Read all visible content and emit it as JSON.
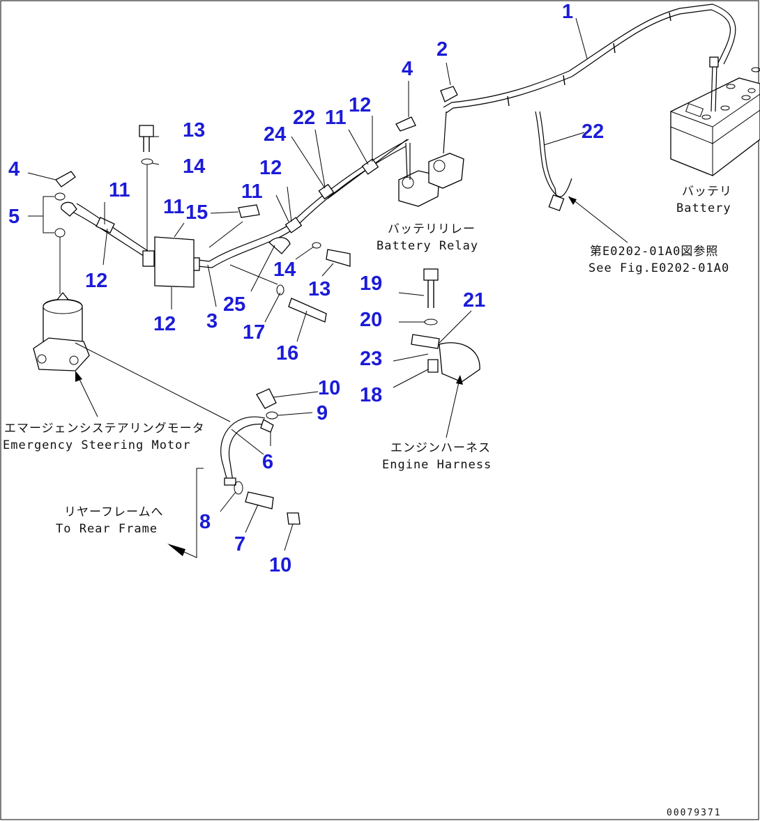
{
  "callouts": [
    {
      "id": "c-1",
      "text": "1"
    },
    {
      "id": "c-2",
      "text": "2"
    },
    {
      "id": "c-4a",
      "text": "4"
    },
    {
      "id": "c-4b",
      "text": "4"
    },
    {
      "id": "c-5",
      "text": "5"
    },
    {
      "id": "c-11a",
      "text": "11"
    },
    {
      "id": "c-11b",
      "text": "11"
    },
    {
      "id": "c-11c",
      "text": "11"
    },
    {
      "id": "c-11d",
      "text": "11"
    },
    {
      "id": "c-12a",
      "text": "12"
    },
    {
      "id": "c-12b",
      "text": "12"
    },
    {
      "id": "c-12c",
      "text": "12"
    },
    {
      "id": "c-12d",
      "text": "12"
    },
    {
      "id": "c-13a",
      "text": "13"
    },
    {
      "id": "c-13b",
      "text": "13"
    },
    {
      "id": "c-14a",
      "text": "14"
    },
    {
      "id": "c-14b",
      "text": "14"
    },
    {
      "id": "c-15",
      "text": "15"
    },
    {
      "id": "c-3",
      "text": "3"
    },
    {
      "id": "c-25",
      "text": "25"
    },
    {
      "id": "c-17",
      "text": "17"
    },
    {
      "id": "c-16",
      "text": "16"
    },
    {
      "id": "c-22a",
      "text": "22"
    },
    {
      "id": "c-22b",
      "text": "22"
    },
    {
      "id": "c-24",
      "text": "24"
    },
    {
      "id": "c-19",
      "text": "19"
    },
    {
      "id": "c-20",
      "text": "20"
    },
    {
      "id": "c-21",
      "text": "21"
    },
    {
      "id": "c-23",
      "text": "23"
    },
    {
      "id": "c-18",
      "text": "18"
    },
    {
      "id": "c-10a",
      "text": "10"
    },
    {
      "id": "c-9",
      "text": "9"
    },
    {
      "id": "c-6",
      "text": "6"
    },
    {
      "id": "c-8",
      "text": "8"
    },
    {
      "id": "c-7",
      "text": "7"
    },
    {
      "id": "c-10b",
      "text": "10"
    }
  ],
  "labels": {
    "battery_jp": "バッテリ",
    "battery_en": "Battery",
    "relay_jp": "バッテリリレー",
    "relay_en": "Battery Relay",
    "ref_jp": "第E0202-01A0図参照",
    "ref_en": "See Fig.E0202-01A0",
    "motor_jp": "エマージェンシステアリングモータ",
    "motor_en": "Emergency Steering Motor",
    "harness_jp": "エンジンハーネス",
    "harness_en": "Engine Harness",
    "rear_jp": "リヤーフレームへ",
    "rear_en": "To Rear Frame",
    "drawing_code": "00079371"
  }
}
